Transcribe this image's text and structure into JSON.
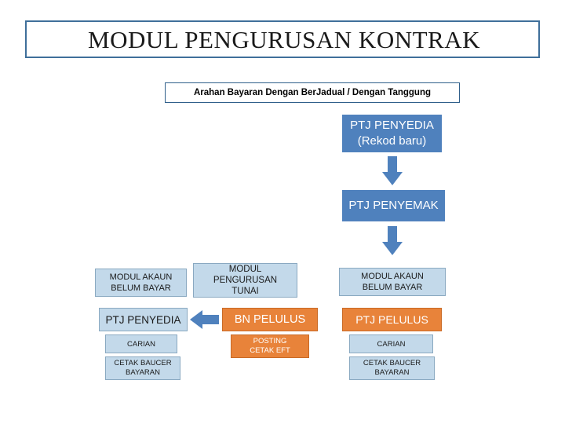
{
  "title": "MODUL PENGURUSAN KONTRAK",
  "banner": {
    "text": "Arahan Bayaran Dengan BerJadual / Dengan Tanggung"
  },
  "flow": {
    "penyedia": {
      "line1": "PTJ PENYEDIA",
      "line2": "(Rekod baru)"
    },
    "penyemak": {
      "label": "PTJ PENYEMAK"
    }
  },
  "columns": {
    "left": {
      "header": {
        "line1": "MODUL AKAUN",
        "line2": "BELUM BAYAR"
      },
      "role": "PTJ PENYEDIA",
      "items": [
        {
          "line1": "CARIAN"
        },
        {
          "line1": "CETAK BAUCER",
          "line2": "BAYARAN"
        }
      ]
    },
    "middle": {
      "header": {
        "line1": "MODUL",
        "line2": "PENGURUSAN",
        "line3": "TUNAI"
      },
      "role": "BN PELULUS",
      "items": [
        {
          "line1": "POSTING",
          "line2": "CETAK EFT"
        }
      ]
    },
    "right": {
      "header": {
        "line1": "MODUL AKAUN",
        "line2": "BELUM BAYAR"
      },
      "role": "PTJ PELULUS",
      "items": [
        {
          "line1": "CARIAN"
        },
        {
          "line1": "CETAK BAUCER",
          "line2": "BAYARAN"
        }
      ]
    }
  },
  "colors": {
    "blue": "#4f81bd",
    "light_blue": "#c3d9ea",
    "orange": "#e8833a",
    "title_border": "#3f6f9a"
  }
}
